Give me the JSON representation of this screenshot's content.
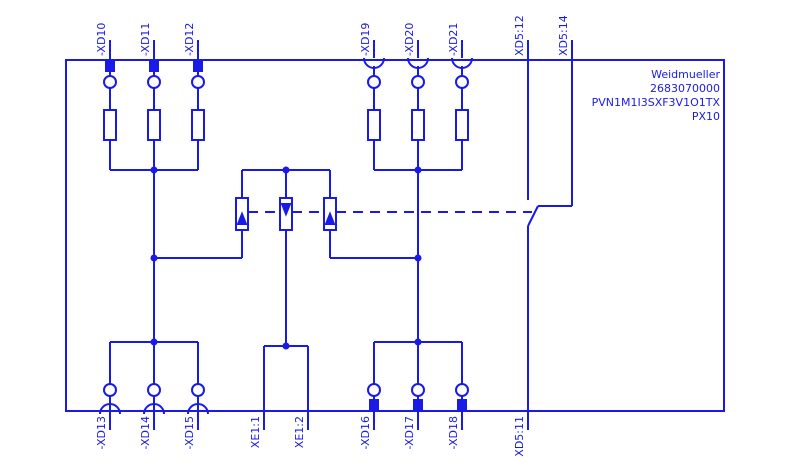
{
  "device": {
    "manufacturer": "Weidmueller",
    "article_number": "2683070000",
    "type_code": "PVN1M1I3SXF3V1O1TX",
    "designation": "PX10"
  },
  "terminals_top_left": [
    "-XD10",
    "-XD11",
    "-XD12"
  ],
  "terminals_top_right": [
    "-XD19",
    "-XD20",
    "-XD21"
  ],
  "terminals_bottom_left": [
    "-XD13",
    "-XD14",
    "-XD15"
  ],
  "terminals_bottom_mid": [
    "XE1:1",
    "XE1:2"
  ],
  "terminals_bottom_right": [
    "-XD16",
    "-XD17",
    "-XD18"
  ],
  "relay_contact": {
    "common": "XD5:11",
    "no_1": "XD5:12",
    "no_2": "XD5:14"
  },
  "colors": {
    "line": "#1a1ae6",
    "background": "#ffffff"
  }
}
